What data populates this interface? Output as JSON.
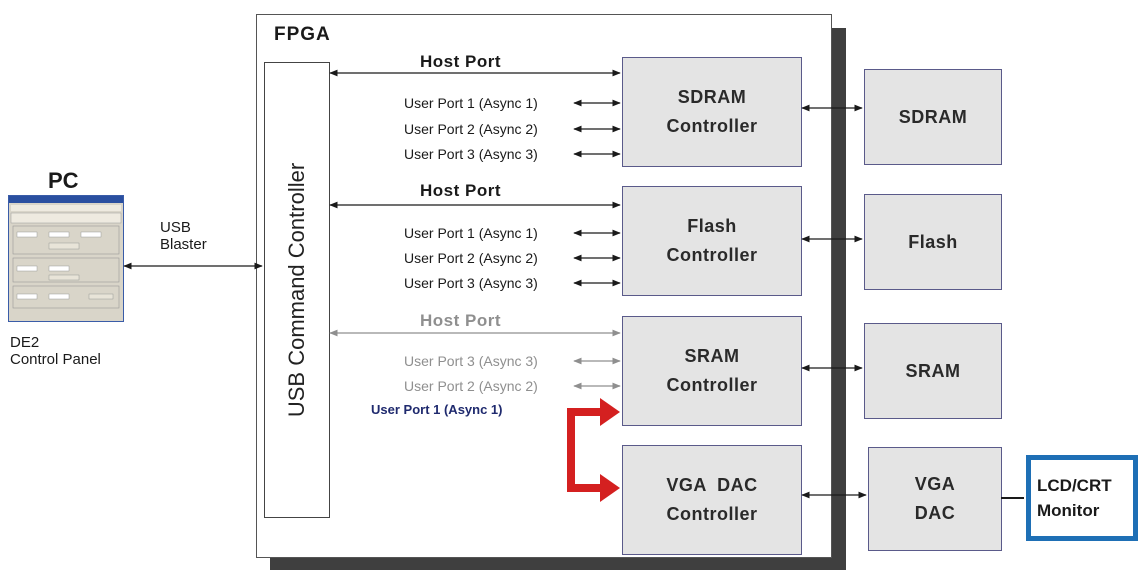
{
  "pc": {
    "title": "PC",
    "panel_label_line1": "DE2",
    "panel_label_line2": "Control Panel"
  },
  "usb_link": {
    "line1": "USB",
    "line2": "Blaster"
  },
  "fpga": {
    "title": "FPGA",
    "usb_controller": "USB Command Controller"
  },
  "groups": {
    "sdram": {
      "host_port": "Host Port",
      "ports": [
        "User Port 1 (Async 1)",
        "User Port 2 (Async 2)",
        "User Port 3 (Async 3)"
      ],
      "controller_line1": "SDRAM",
      "controller_line2": "Controller",
      "device": "SDRAM"
    },
    "flash": {
      "host_port": "Host Port",
      "ports": [
        "User Port 1 (Async 1)",
        "User Port 2 (Async 2)",
        "User Port 3 (Async 3)"
      ],
      "controller_line1": "Flash",
      "controller_line2": "Controller",
      "device": "Flash"
    },
    "sram": {
      "host_port": "Host Port",
      "ports": [
        "User Port 3 (Async 3)",
        "User Port 2 (Async 2)"
      ],
      "user_port1": "User Port 1 (Async 1)",
      "controller_line1": "SRAM",
      "controller_line2": "Controller",
      "device": "SRAM"
    },
    "vga": {
      "controller_line1": "VGA  DAC",
      "controller_line2": "Controller",
      "device_line1": "VGA",
      "device_line2": "DAC"
    }
  },
  "monitor": {
    "line1": "LCD/CRT",
    "line2": "Monitor"
  },
  "colors": {
    "box_fill": "#e4e4e4",
    "box_border": "#5a5a8a",
    "grey_text": "#8f8f8f",
    "navy_text": "#1f2a6e",
    "red_arrow": "#d42020",
    "monitor_border": "#1e6fb5"
  }
}
